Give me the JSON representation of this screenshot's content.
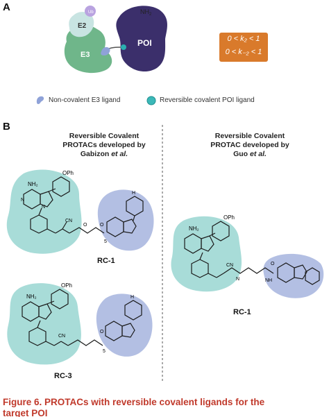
{
  "panel_a": {
    "letter": "A",
    "ub_label": "Ub",
    "e2_label": "E2",
    "e3_label": "E3",
    "poi_label": "POI",
    "nh2_label": "NH",
    "nh2_sub": "2",
    "k_box": {
      "line1": "0 < k₂ < 1",
      "line2": "0 < k₋₂ < 1"
    },
    "legend": {
      "noncovalent": "Non-covalent E3 ligand",
      "reversible": "Reversible covalent POI ligand"
    }
  },
  "panel_b": {
    "letter": "B",
    "left_header": {
      "line1": "Reversible Covalent",
      "line2": "PROTACs developed by",
      "line3_name": "Gabizon",
      "line3_etal": "et al."
    },
    "right_header": {
      "line1": "Reversible Covalent",
      "line2": "PROTAC developed by",
      "line3_name": "Guo",
      "line3_etal": "et al."
    },
    "compounds": [
      {
        "label": "RC-1",
        "side": "left"
      },
      {
        "label": "RC-3",
        "side": "left"
      },
      {
        "label": "RC-1",
        "side": "right"
      }
    ],
    "atoms": {
      "nh2": "NH₂",
      "oph": "OPh",
      "n": "N",
      "o": "O",
      "h": "H",
      "nh": "NH",
      "cn": "CN",
      "five": "5"
    }
  },
  "colors": {
    "teal": "#a8dcd8",
    "blue": "#b3bfe3",
    "orange": "#d97a2b",
    "caption_red": "#c0392b",
    "poi_purple": "#3b2f6b"
  },
  "caption": {
    "line1": "Figure 6.  PROTACs with reversible covalent ligands for the",
    "line2": "target POI"
  }
}
